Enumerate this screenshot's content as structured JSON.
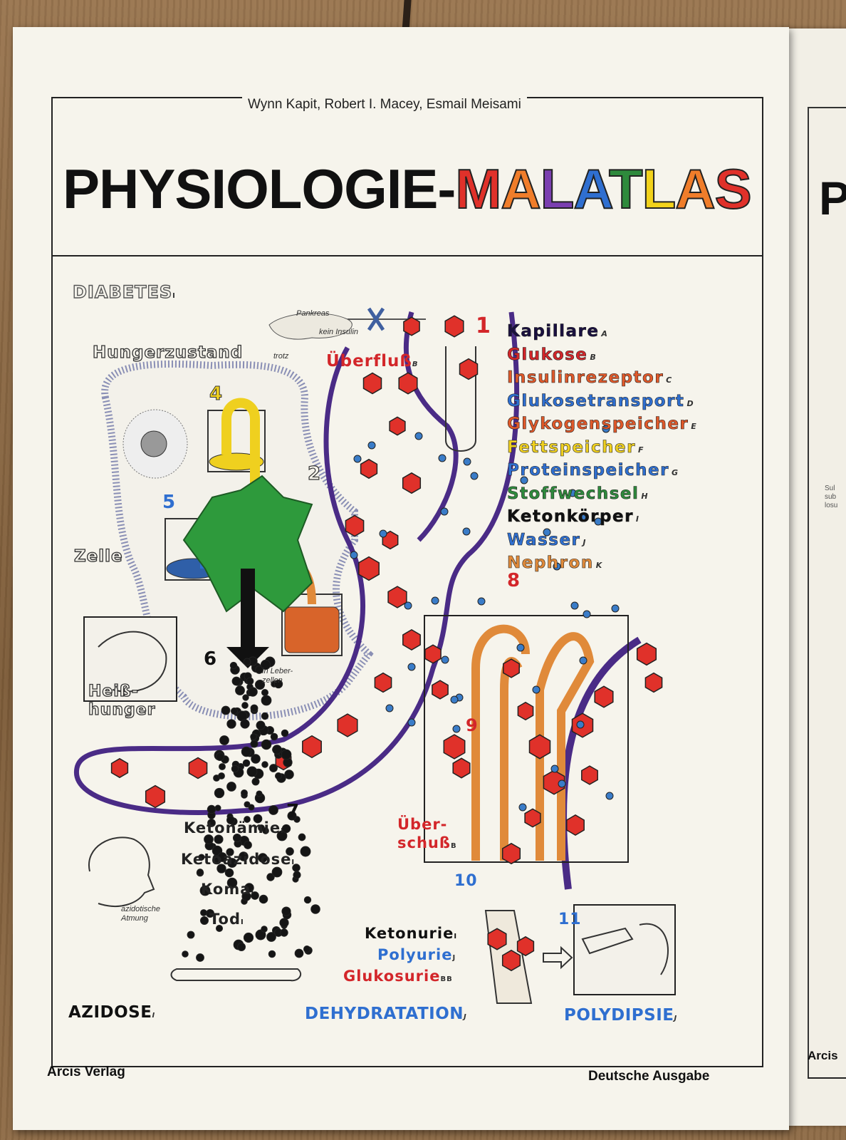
{
  "cover": {
    "authors": "Wynn Kapit, Robert I. Macey, Esmail Meisami",
    "title_main": "PHYSIOLOGIE-",
    "title_colored": [
      {
        "ch": "M",
        "color": "#e0312a"
      },
      {
        "ch": "A",
        "color": "#f07d2a"
      },
      {
        "ch": "L",
        "color": "#7b3fb0"
      },
      {
        "ch": "A",
        "color": "#2f6fd0"
      },
      {
        "ch": "T",
        "color": "#2e8a3c"
      },
      {
        "ch": "L",
        "color": "#f2d21b"
      },
      {
        "ch": "A",
        "color": "#f07d2a"
      },
      {
        "ch": "S",
        "color": "#e0312a"
      }
    ],
    "publisher": "Arcis Verlag",
    "edition": "Deutsche Ausgabe"
  },
  "diagram": {
    "heading": "DIABETES",
    "heading_sub": "I",
    "pancreas": "Pankreas",
    "no_insulin": "kein Insulin",
    "hunger_state": "Hungerzustand",
    "despite": "trotz",
    "overflow": "Überfluß",
    "overflow_sub": "B",
    "cell": "Zelle",
    "ravenous": [
      "Heiß-",
      "hunger"
    ],
    "in_liver": [
      "in Leber-",
      "zellen"
    ],
    "ketosis_terms": [
      {
        "text": "Ketonämie",
        "sub": "I"
      },
      {
        "text": "Ketoazidose",
        "sub": "I"
      },
      {
        "text": "Koma",
        "sub": "I"
      },
      {
        "text": "Tod",
        "sub": "I"
      }
    ],
    "acidotic_breathing": [
      "azidotische",
      "Atmung"
    ],
    "excess": [
      "Über-",
      "schuß"
    ],
    "excess_sub": "B",
    "urine_terms": [
      {
        "text": "Ketonurie",
        "sub": "I",
        "color": "#111111"
      },
      {
        "text": "Polyurie",
        "sub": "J",
        "color": "#2f6fd0"
      },
      {
        "text": "Glukosurie",
        "sub": "BB",
        "color": "#d3262a"
      }
    ],
    "numbers": [
      "1",
      "2",
      "4",
      "5",
      "6",
      "7",
      "8",
      "9",
      "10",
      "11"
    ],
    "bottom_labels": [
      {
        "text": "AZIDOSE",
        "sub": "I",
        "color": "#111111"
      },
      {
        "text": "DEHYDRATATION",
        "sub": "J",
        "color": "#2f6fd0"
      },
      {
        "text": "POLYDIPSIE",
        "sub": "J",
        "color": "#2f6fd0"
      }
    ],
    "legend": [
      {
        "text": "Kapillare",
        "sub": "A",
        "color": "#1a1040"
      },
      {
        "text": "Glukose",
        "sub": "B",
        "color": "#d3262a"
      },
      {
        "text": "Insulinrezeptor",
        "sub": "C",
        "color": "#e0592a"
      },
      {
        "text": "Glukosetransport",
        "sub": "D",
        "color": "#2f6fd0"
      },
      {
        "text": "Glykogenspeicher",
        "sub": "E",
        "color": "#e0592a"
      },
      {
        "text": "Fettspeicher",
        "sub": "F",
        "color": "#efd01f"
      },
      {
        "text": "Proteinspeicher",
        "sub": "G",
        "color": "#2f6fd0"
      },
      {
        "text": "Stoffwechsel",
        "sub": "H",
        "color": "#2e8a3c"
      },
      {
        "text": "Ketonkörper",
        "sub": "I",
        "color": "#111111"
      },
      {
        "text": "Wasser",
        "sub": "J",
        "color": "#2f6fd0"
      },
      {
        "text": "Nephron",
        "sub": "K",
        "color": "#e08a3a"
      }
    ]
  },
  "second_book": {
    "title_fragment": "P",
    "text_fragment": [
      "Sul",
      "sub",
      "losu"
    ],
    "publisher_fragment": "Arcis"
  }
}
